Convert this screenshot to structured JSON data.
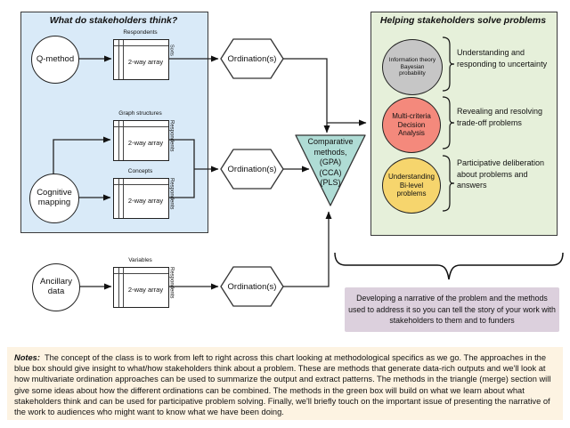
{
  "colors": {
    "blue_panel": "#d9eaf8",
    "green_panel": "#e6f0da",
    "triangle": "#afdcd5",
    "narrative": "#dcd0dd",
    "notes": "#fdf3e2",
    "gray_circle": "#c6c6c6",
    "red_circle": "#f4897c",
    "yellow_circle": "#f6d56d"
  },
  "blue_panel": {
    "title": "What do stakeholders think?",
    "q_method_label": "Q-method",
    "cognitive_mapping_label": "Cognitive mapping"
  },
  "arrays": [
    {
      "top_label": "Respondents",
      "cell_label": "2-way array",
      "side_label": "Sorts"
    },
    {
      "top_label": "Graph structures",
      "cell_label": "2-way array",
      "side_label": "Respondents"
    },
    {
      "top_label": "Concepts",
      "cell_label": "2-way array",
      "side_label": "Respondents"
    },
    {
      "top_label": "Variables",
      "cell_label": "2-way array",
      "side_label": "Respondents"
    }
  ],
  "ordinations": [
    {
      "label": "Ordination(s)"
    },
    {
      "label": "Ordination(s)"
    },
    {
      "label": "Ordination(s)"
    }
  ],
  "triangle": {
    "lines": [
      "Comparative",
      "methods,",
      "(GPA)",
      "(CCA)",
      "(PLS)"
    ]
  },
  "ancillary_label": "Ancillary data",
  "green_panel": {
    "title": "Helping stakeholders solve problems",
    "items": [
      {
        "circle_label": "Information theory Bayesian probability",
        "description": "Understanding and responding to uncertainty",
        "color": "#c6c6c6"
      },
      {
        "circle_label": "Multi-criteria Decision Analysis",
        "description": "Revealing and resolving trade-off problems",
        "color": "#f4897c"
      },
      {
        "circle_label": "Understanding Bi-level problems",
        "description": "Participative deliberation about problems and answers",
        "color": "#f6d56d"
      }
    ]
  },
  "narrative_box": {
    "text": "Developing a narrative of the problem and the methods used to address it so you can tell the story of your work with stakeholders to them and to funders"
  },
  "notes": {
    "label": "Notes:",
    "body": "The concept of the class is to work from left to right across this chart looking at methodological specifics as we go.  The approaches in the blue box should give insight to what/how stakeholders think about a problem.  These are methods that generate data-rich outputs and we'll look at how multivariate ordination approaches can be used to summarize the output and extract patterns.  The methods in the triangle (merge) section will give some ideas about how the different ordinations can be combined.  The methods in the green box will build on what we learn about what stakeholders think and can be used for participative problem solving.  Finally, we'll briefly touch on the important issue of presenting the narrative of the work to audiences who might want to know what we have been doing."
  }
}
